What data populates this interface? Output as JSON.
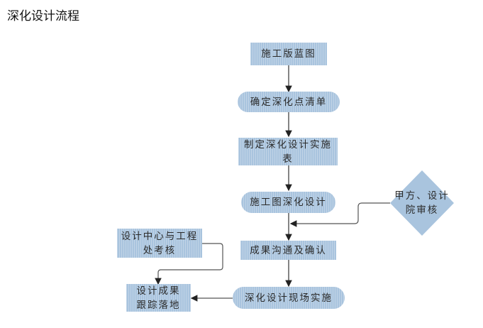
{
  "title": "深化设计流程",
  "nodes": {
    "n1": "施工版蓝图",
    "n2": "确定深化点清单",
    "n3": "制定深化设计实施表",
    "n4": "施工图深化设计",
    "n5": "成果沟通及确认",
    "n6": "深化设计现场实施",
    "n7": "设计成果跟踪落地",
    "n8": "设计中心与工程处考核",
    "d1": "甲方、设计院审核"
  },
  "colors": {
    "node_fill": "#a9c4de",
    "line": "#333333"
  }
}
